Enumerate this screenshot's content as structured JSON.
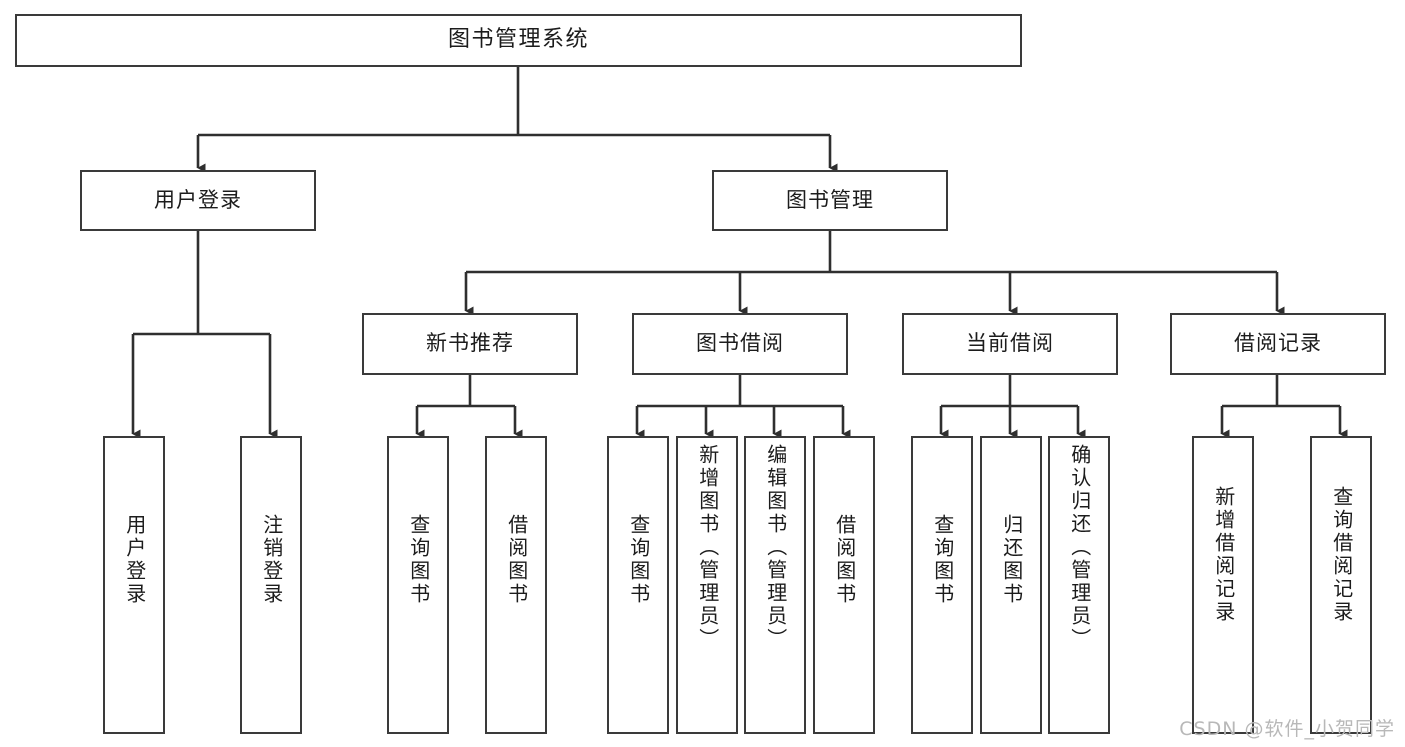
{
  "diagram": {
    "type": "tree-hierarchy",
    "title": "图书管理系统",
    "root": {
      "label": "图书管理系统"
    },
    "level2": [
      {
        "id": "user-login",
        "label": "用户登录"
      },
      {
        "id": "book-management",
        "label": "图书管理"
      }
    ],
    "level3": [
      {
        "id": "new-book-recommend",
        "label": "新书推荐",
        "parent": "book-management"
      },
      {
        "id": "book-borrow",
        "label": "图书借阅",
        "parent": "book-management"
      },
      {
        "id": "current-borrow",
        "label": "当前借阅",
        "parent": "book-management"
      },
      {
        "id": "borrow-record",
        "label": "借阅记录",
        "parent": "book-management"
      }
    ],
    "leaves": {
      "user_login": [
        {
          "id": "leaf-user-login",
          "label": "用户登录"
        },
        {
          "id": "leaf-logout",
          "label": "注销登录"
        }
      ],
      "new_book_recommend": [
        {
          "id": "leaf-query-book-1",
          "label": "查询图书"
        },
        {
          "id": "leaf-borrow-book-1",
          "label": "借阅图书"
        }
      ],
      "book_borrow": [
        {
          "id": "leaf-query-book-2",
          "label": "查询图书"
        },
        {
          "id": "leaf-add-book",
          "label": "新增图书（管理员）"
        },
        {
          "id": "leaf-edit-book",
          "label": "编辑图书（管理员）"
        },
        {
          "id": "leaf-borrow-book-2",
          "label": "借阅图书"
        }
      ],
      "current_borrow": [
        {
          "id": "leaf-query-book-3",
          "label": "查询图书"
        },
        {
          "id": "leaf-return-book",
          "label": "归还图书"
        },
        {
          "id": "leaf-confirm-return",
          "label": "确认归还（管理员）"
        }
      ],
      "borrow_record": [
        {
          "id": "leaf-add-record",
          "label": "新增借阅记录"
        },
        {
          "id": "leaf-query-record",
          "label": "查询借阅记录"
        }
      ]
    },
    "colors": {
      "box_border": "#3a3a3a",
      "box_fill": "#ffffff",
      "connector": "#2f2f2f",
      "text": "#1c1c1c",
      "watermark": "#b8b8b8",
      "background": "#ffffff"
    }
  },
  "watermark": {
    "text": "CSDN @软件_小贺同学"
  }
}
